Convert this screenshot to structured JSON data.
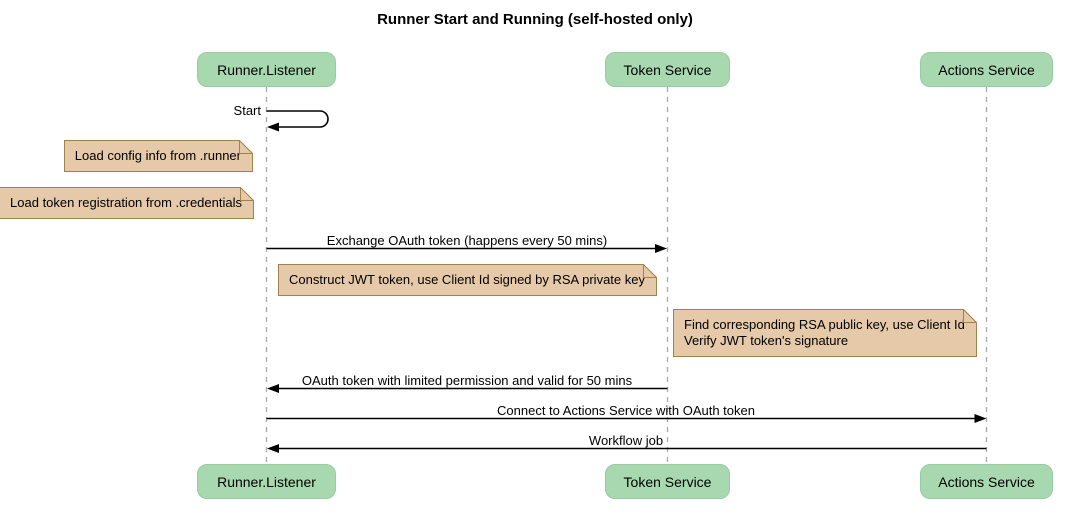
{
  "title": "Runner Start and Running (self-hosted only)",
  "diagram_type": "sequence",
  "participants": [
    {
      "name": "Runner.Listener"
    },
    {
      "name": "Token Service"
    },
    {
      "name": "Actions Service"
    }
  ],
  "messages": {
    "start": {
      "label": "Start",
      "from": "Runner.Listener",
      "to": "Runner.Listener",
      "kind": "self"
    },
    "exchange": {
      "label": "Exchange OAuth token (happens every 50 mins)",
      "from": "Runner.Listener",
      "to": "Token Service",
      "kind": "solid-right"
    },
    "oauth_return": {
      "label": "OAuth token with limited permission and valid for 50 mins",
      "from": "Token Service",
      "to": "Runner.Listener",
      "kind": "solid-left"
    },
    "connect": {
      "label": "Connect to Actions Service with OAuth token",
      "from": "Runner.Listener",
      "to": "Actions Service",
      "kind": "solid-right"
    },
    "workflow": {
      "label": "Workflow job",
      "from": "Actions Service",
      "to": "Runner.Listener",
      "kind": "solid-left"
    }
  },
  "notes": [
    {
      "position": "left of Runner.Listener",
      "lines": [
        "Load config info from .runner"
      ]
    },
    {
      "position": "left of Runner.Listener",
      "lines": [
        "Load token registration from .credentials"
      ]
    },
    {
      "position": "between Runner.Listener and Token Service",
      "lines": [
        "Construct JWT token, use Client Id signed by RSA private key"
      ]
    },
    {
      "position": "left of Actions Service",
      "lines": [
        "Find corresponding RSA public key, use Client Id",
        "Verify JWT token's signature"
      ]
    }
  ],
  "colors": {
    "page_bg": "#ffffff",
    "text": "#000000",
    "participant_fill": "#a8d8b0",
    "participant_border": "#99cba3",
    "note_fill": "#e5c9a9",
    "note_border": "#a0824f",
    "lifeline": "#a9a9a9",
    "arrow": "#000000"
  }
}
